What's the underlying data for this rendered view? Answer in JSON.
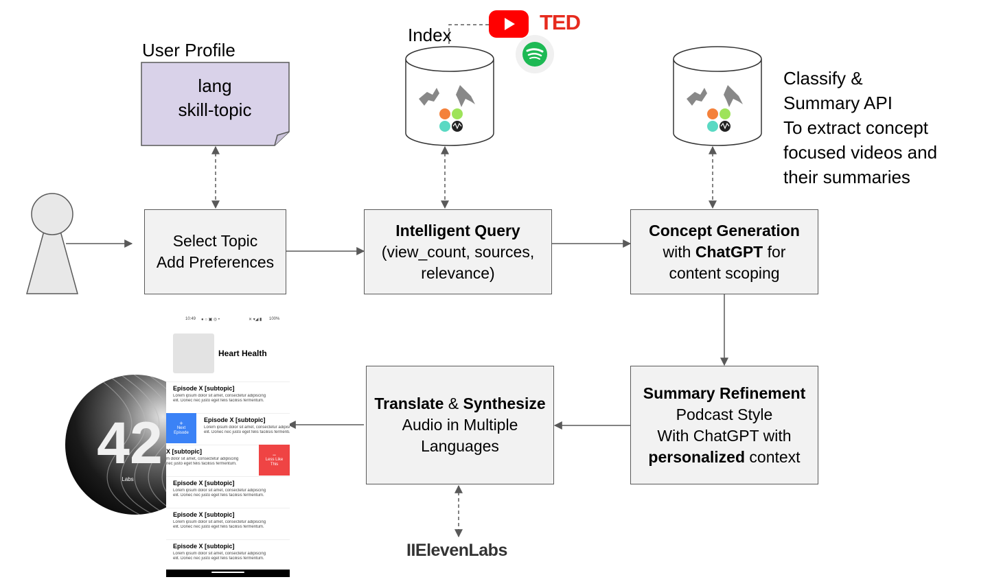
{
  "user_profile": {
    "title": "User Profile",
    "line1": "lang",
    "line2": "skill-topic"
  },
  "index_label": "Index",
  "ted_logo": "TED",
  "classify_note": [
    "Classify &",
    "Summary API",
    "To extract concept",
    "focused videos and",
    "their summaries"
  ],
  "boxes": {
    "select_topic": {
      "line1": "Select Topic",
      "line2": "Add Preferences"
    },
    "intelligent_query": {
      "title": "Intelligent Query",
      "line2": "(view_count, sources,",
      "line3": "relevance)"
    },
    "concept_generation": {
      "title": "Concept Generation",
      "l2_pre": "with ",
      "l2_bold": "ChatGPT",
      "l2_post": " for",
      "line3": "content scoping"
    },
    "summary_refinement": {
      "title": "Summary Refinement",
      "line2": "Podcast Style",
      "line3": "With ChatGPT with",
      "l4_bold": "personalized",
      "l4_post": " context"
    },
    "translate": {
      "b1": "Translate",
      "amp": " & ",
      "b2": "Synthesize",
      "line2": "Audio in Multiple",
      "line3": "Languages"
    }
  },
  "elevenlabs_logo": "IIElevenLabs",
  "logo_42": {
    "number": "42",
    "sub": "Labs"
  },
  "phone": {
    "status_left": "10:49",
    "status_right": "100%",
    "heading": "Heart Health",
    "episode_title": "Episode X [subtopic]",
    "partial_title": "X [subtopic]",
    "episode_desc1": "Lorem ipsum dolor sit amet, consectetur adipiscing",
    "episode_desc2": "elit. Donec nec justo eget felis facilisis fermentum.",
    "partial_desc1": "m dolor sit amet, consectetur adipiscing",
    "partial_desc2": "nec justo eget felis facilisis fermentum.",
    "next_label1": "Next",
    "next_label2": "Episode",
    "less_label1": "Less Like",
    "less_label2": "This",
    "next_color": "#3b82f6",
    "less_color": "#ef4444"
  },
  "colors": {
    "profile_note": "#d9d2e9",
    "box_fill": "#f2f2f2",
    "youtube": "#ff0000",
    "ted": "#e62b1e",
    "spotify": "#1db954"
  }
}
